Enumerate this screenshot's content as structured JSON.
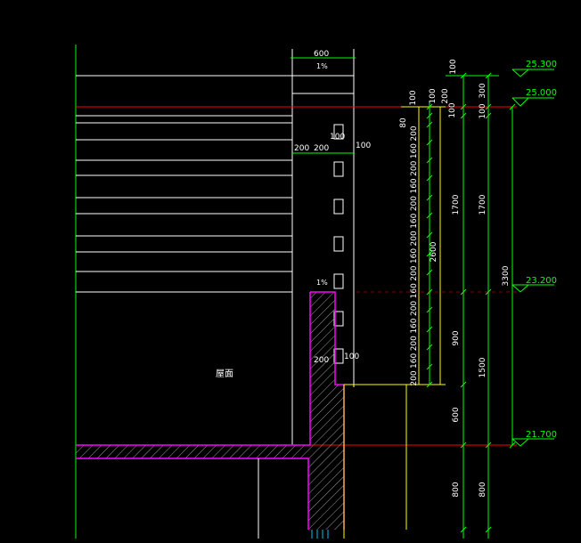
{
  "colors": {
    "background": "#000000",
    "white": "#ffffff",
    "green": "#00ff00",
    "yellow": "#ffff00",
    "red": "#ff0000",
    "magenta": "#ff00ff",
    "hatch": "#b3b3b3",
    "cyan": "#00bfff"
  },
  "labels": {
    "top_width": "600",
    "slope_top": "1%",
    "slope_mid": "1%",
    "gap_100_a": "100",
    "gap_100_b": "100",
    "dim_200_left": "200",
    "dim_200_right": "200",
    "parapet_200": "200",
    "parapet_100": "100",
    "roof_label": "屋面"
  },
  "elevations": {
    "e1": "25.300",
    "e2": "25.000",
    "e3": "23.200",
    "e4": "21.700"
  },
  "dims_col1": [
    "100",
    "100",
    "80"
  ],
  "dims_col1_stack": [
    "200",
    "160",
    "200",
    "160",
    "200",
    "160",
    "200",
    "160",
    "200",
    "160",
    "200",
    "160",
    "200",
    "160",
    "200"
  ],
  "dims_col2": [
    "100",
    "200",
    "2600"
  ],
  "dims_col3": [
    "100",
    "100",
    "1700",
    "900",
    "600",
    "800"
  ],
  "dims_col4": [
    "300",
    "1700",
    "1500",
    "800"
  ],
  "dims_col5": [
    "3300"
  ]
}
